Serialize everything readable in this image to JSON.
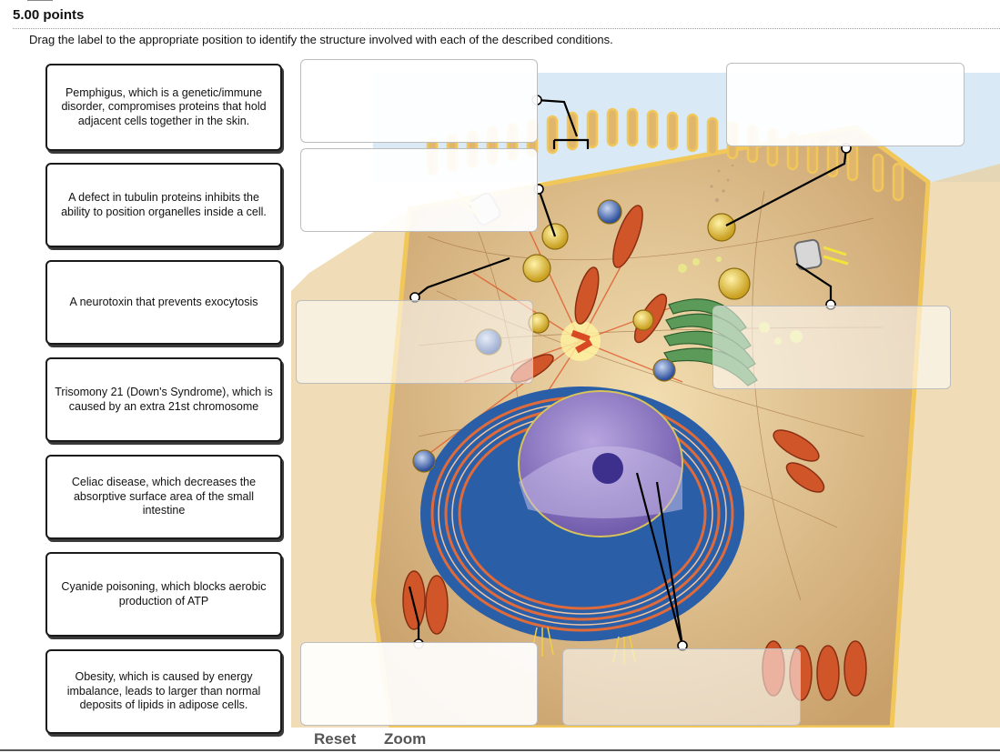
{
  "question": {
    "points": "5.00 points",
    "instructions": "Drag the label to the appropriate position to identify the structure involved with each of the described conditions."
  },
  "labels": [
    "Pemphigus, which is a genetic/immune disorder, compromises proteins that hold adjacent cells together in the skin.",
    "A defect in tubulin proteins inhibits the ability to position organelles inside a cell.",
    "A neurotoxin that prevents exocytosis",
    "Trisomony 21 (Down's Syndrome), which is caused by an extra 21st chromosome",
    "Celiac disease, which decreases the absorptive surface area of the small intestine",
    "Cyanide poisoning, which blocks aerobic production of ATP",
    "Obesity, which is caused by energy imbalance, leads to larger than normal deposits of lipids in adipose cells."
  ],
  "controls": {
    "reset": "Reset",
    "zoom": "Zoom"
  },
  "colors": {
    "cytoplasm": "#e6c98f",
    "nucleus_envelope": "#2f63a8",
    "nucleoplasm": "#9b86c9",
    "mitochondria": "#d0562a",
    "golgi": "#5c9a5a",
    "membrane": "#f1c75a",
    "sky": "#cfe3f2"
  }
}
